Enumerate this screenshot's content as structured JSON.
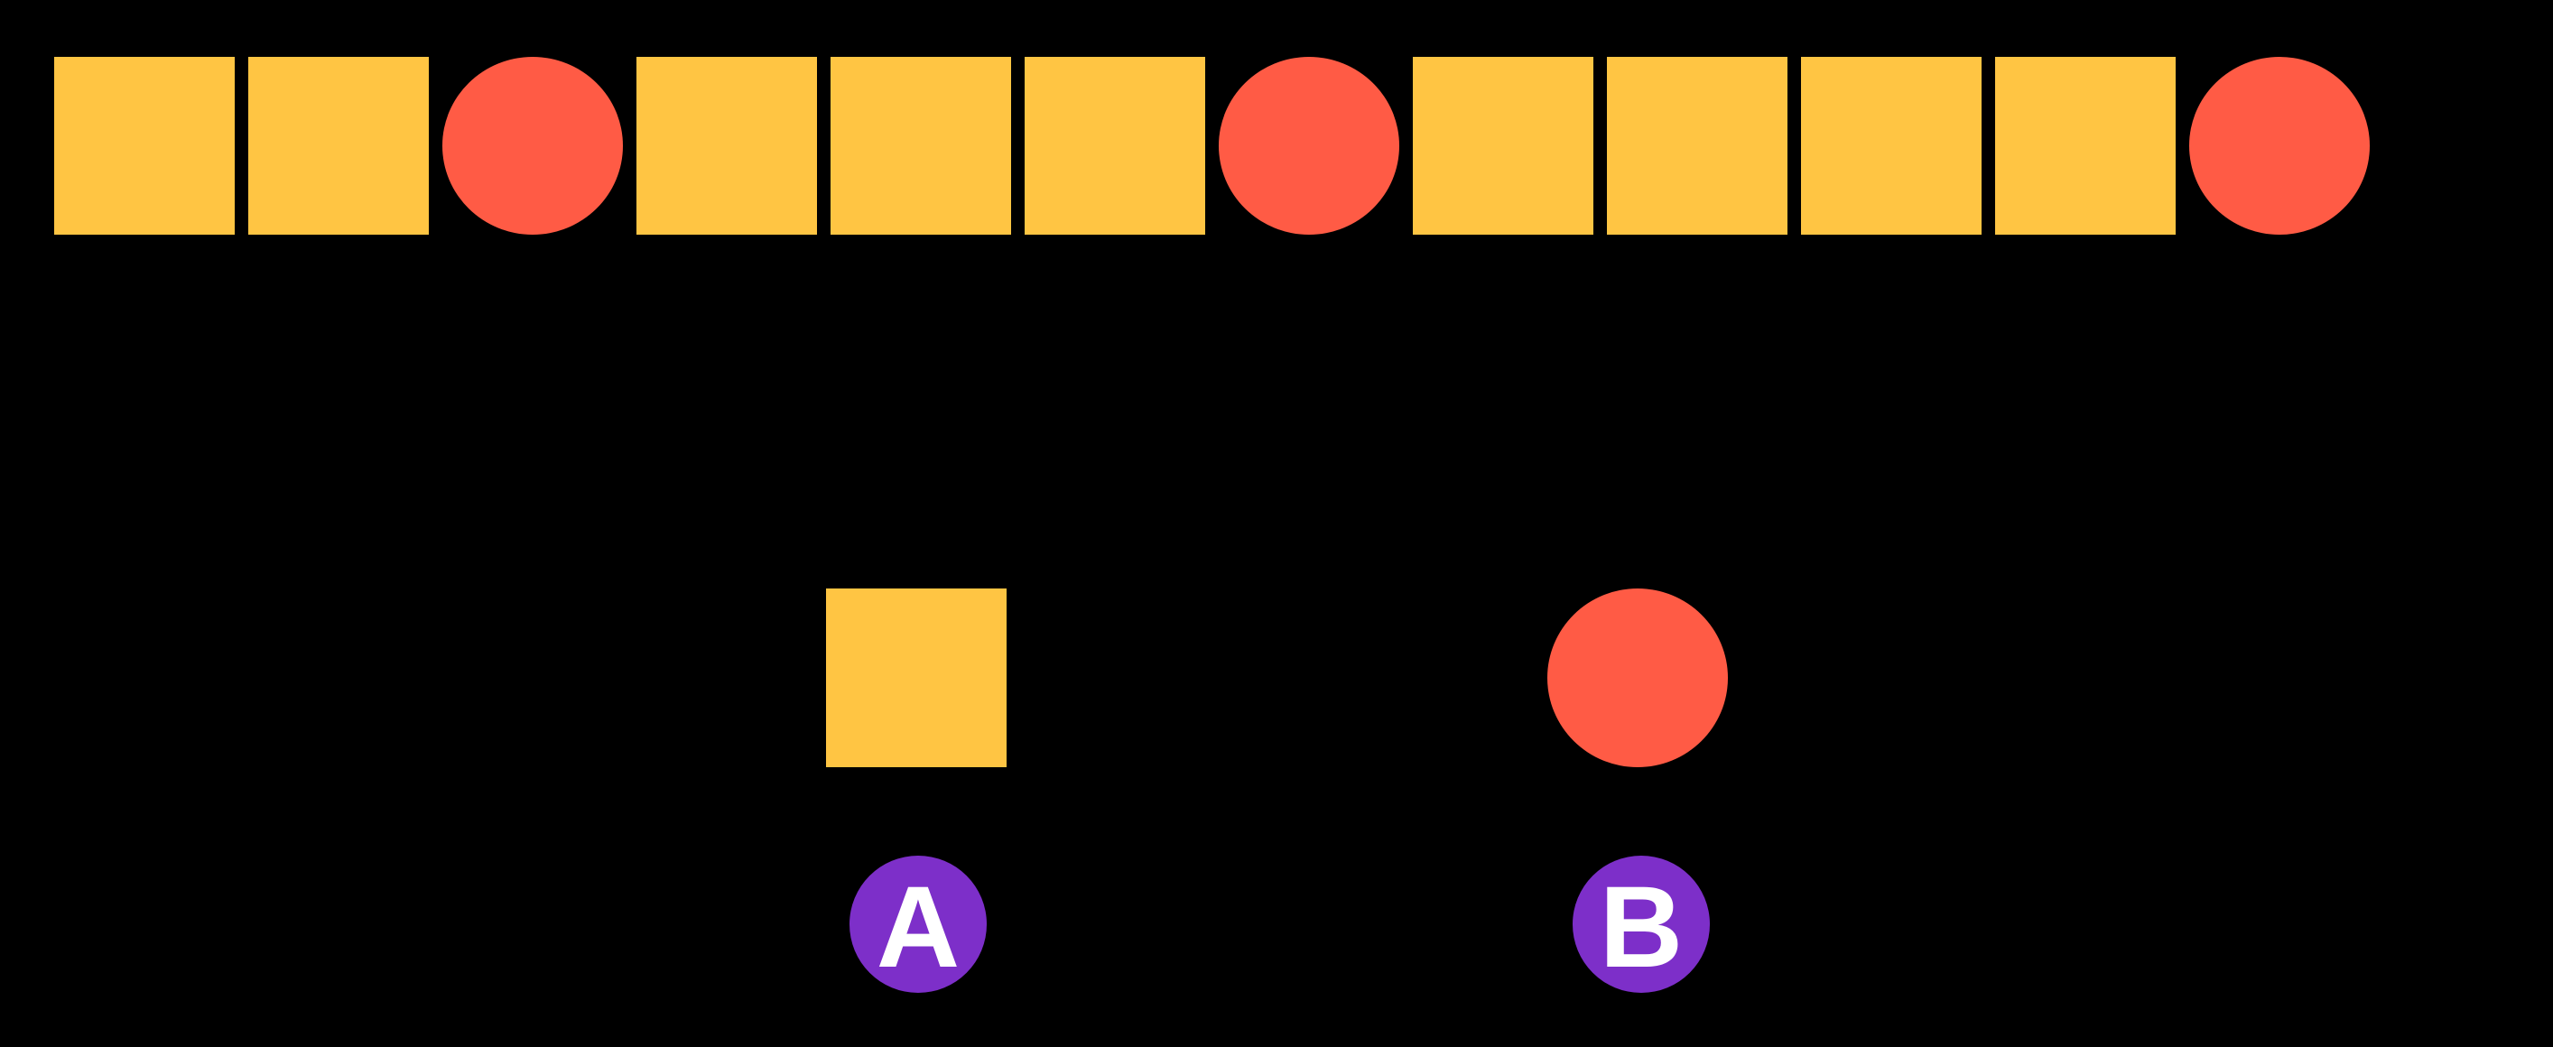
{
  "canvas": {
    "background": "#000000"
  },
  "palette": {
    "canvas_bg": "#000000",
    "square_fill": "#FFC543",
    "circle_fill": "#FF5B45",
    "badge_fill": "#7D2FC9",
    "badge_text": "#FFFFFF"
  },
  "sequence": {
    "shapes": [
      "square",
      "square",
      "circle",
      "square",
      "square",
      "square",
      "circle",
      "square",
      "square",
      "square",
      "square",
      "circle"
    ]
  },
  "options": [
    {
      "label": "A",
      "shape": "square"
    },
    {
      "label": "B",
      "shape": "circle"
    }
  ]
}
